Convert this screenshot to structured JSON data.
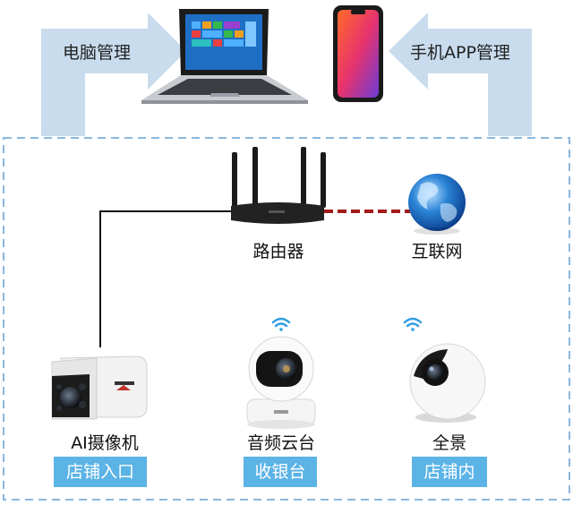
{
  "management": {
    "pc_label": "电脑管理",
    "app_label": "手机APP管理"
  },
  "network": {
    "router_label": "路由器",
    "internet_label": "互联网"
  },
  "devices": [
    {
      "name": "AI摄像机",
      "tag": "店铺入口"
    },
    {
      "name": "音频云台",
      "tag": "收银台"
    },
    {
      "name": "全景",
      "tag": "店铺内"
    }
  ],
  "colors": {
    "arrow": "#c9dcee",
    "dash_border": "#8ab8de",
    "badge": "#5bb3e6",
    "link_internet": "#a31a1a",
    "wifi": "#2f9de0"
  }
}
